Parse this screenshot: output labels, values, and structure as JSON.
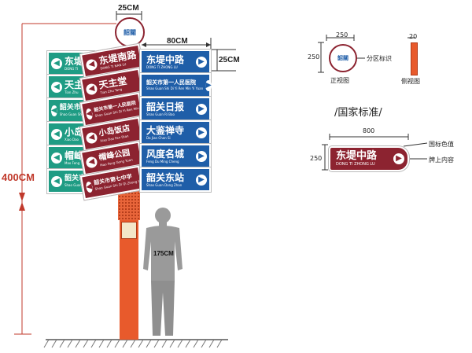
{
  "dimensions": {
    "top_width": "25CM",
    "sign_width": "80CM",
    "sign_height": "25CM",
    "total_height": "400CM",
    "person_height": "175CM"
  },
  "emblem": {
    "text": "韶關"
  },
  "signs_left": [
    {
      "zh": "东堤",
      "en": "DONG TI"
    },
    {
      "zh": "天主",
      "en": "Tian Zhu"
    },
    {
      "zh": "韶关市政府",
      "en": "Shao Guan Shi Zheng Fu"
    },
    {
      "zh": "小岛",
      "en": "Xiao Dao"
    },
    {
      "zh": "帽峰",
      "en": "Mao Feng"
    },
    {
      "zh": "韶关市第",
      "en": "Shao Guan Shi"
    }
  ],
  "signs_middle": [
    {
      "zh": "东堤南路",
      "en": "DONG TI NAN LU"
    },
    {
      "zh": "天主堂",
      "en": "Tian Zhu Tang"
    },
    {
      "zh": "韶关市第一人民医院",
      "en": "Shao Guan Shi Di Yi Ren Min Yi Yuan"
    },
    {
      "zh": "小岛饭店",
      "en": "Xiao Dao Fan Dian"
    },
    {
      "zh": "帽峰公园",
      "en": "Mao Feng Gong Yuan"
    },
    {
      "zh": "韶关市第七中学",
      "en": "Shao Guan Shi Di Qi Zhong Xue"
    }
  ],
  "signs_right": [
    {
      "zh": "东堤中路",
      "en": "DONG TI ZHONG LU"
    },
    {
      "zh": "韶关市第一人民医院",
      "en": "Shao Guan Shi Di Yi Ren Min Yi Yuan"
    },
    {
      "zh": "韶关日报",
      "en": "Shao Guan Ri Bao"
    },
    {
      "zh": "大鉴禅寺",
      "en": "Da Jian Chan Si"
    },
    {
      "zh": "风度名城",
      "en": "Feng Du Ming Cheng"
    },
    {
      "zh": "韶关东站",
      "en": "Shao Guan Dong Zhan"
    }
  ],
  "front_view": {
    "width": "250",
    "height": "250",
    "label": "正视图",
    "callout": "分区标识",
    "side_width": "20",
    "side_label": "侧视图"
  },
  "national_standard": {
    "title": "/国家标准/",
    "width": "800",
    "height": "250",
    "sign_zh": "东堤中路",
    "sign_en": "DONG TI ZHONG LU",
    "callout_color": "国标色值",
    "callout_content": "牌上内容"
  },
  "colors": {
    "teal": "#1f9c84",
    "blue": "#1f5ea8",
    "maroon": "#8c2330",
    "pole": "#e85a2c",
    "dim_red": "#c0392b"
  }
}
